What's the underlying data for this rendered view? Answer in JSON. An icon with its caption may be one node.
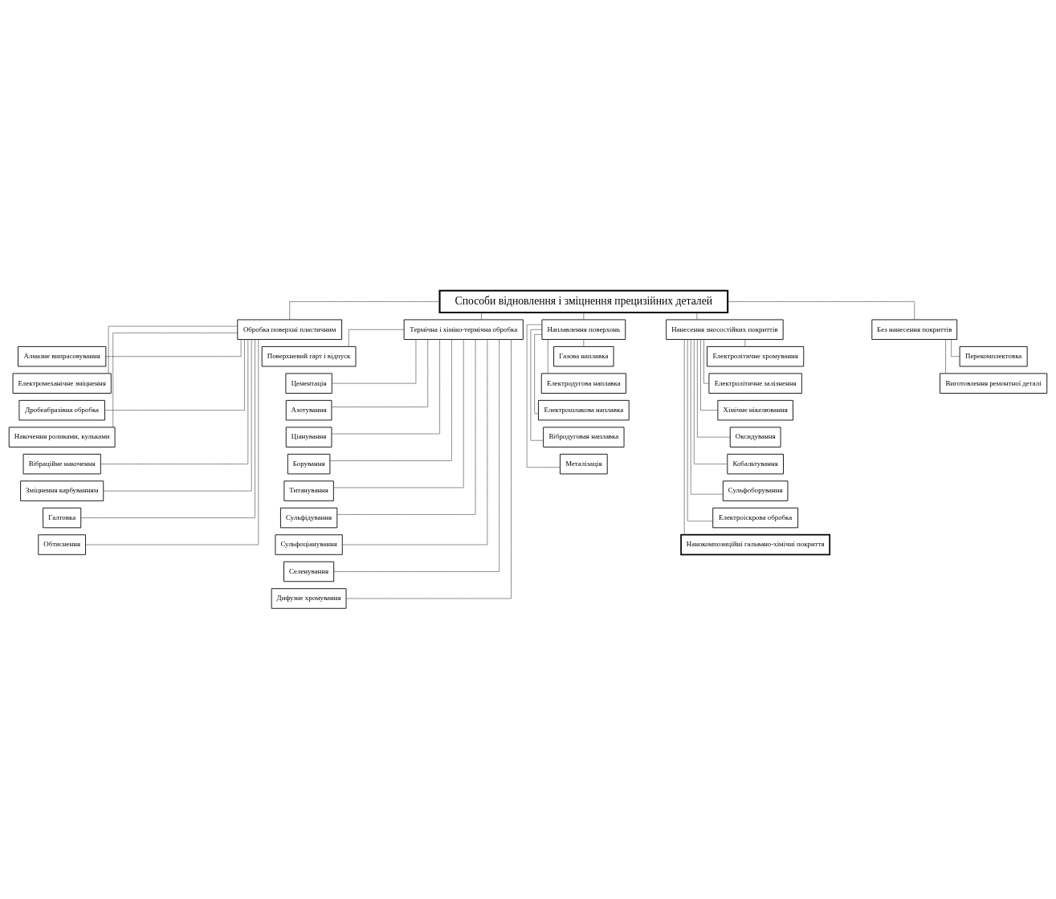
{
  "diagram": {
    "nodes": [
      {
        "text": [
          "Способи відновлення і зміцнення прецизійних деталей"
        ]
      },
      {
        "text": [
          "Обробка поверхні пластичним"
        ]
      },
      {
        "text": [
          "Термічна і хіміко-термічна обробка"
        ]
      },
      {
        "text": [
          "Наплавлення поверхонь"
        ]
      },
      {
        "text": [
          "Нанесення зносостійких покриттів"
        ]
      },
      {
        "text": [
          "Без нанесення покриттів"
        ]
      },
      {
        "text": [
          "Алмазне випрасовування"
        ]
      },
      {
        "text": [
          "Електромеханічне зміцнення"
        ]
      },
      {
        "text": [
          "Дробеабразівна обробка"
        ]
      },
      {
        "text": [
          "Накочення роликами, кульками"
        ]
      },
      {
        "text": [
          "Вібраційне накочення"
        ]
      },
      {
        "text": [
          "Зміцнення карбуванням"
        ]
      },
      {
        "text": [
          "Галтовка"
        ]
      },
      {
        "text": [
          "Обтиснення"
        ]
      },
      {
        "text": [
          "Поверхневий гарт і відпуск"
        ]
      },
      {
        "text": [
          "Цементація"
        ]
      },
      {
        "text": [
          "Азотування"
        ]
      },
      {
        "text": [
          "Ціанування"
        ]
      },
      {
        "text": [
          "Борування"
        ]
      },
      {
        "text": [
          "Титанування"
        ]
      },
      {
        "text": [
          "Сульфідування"
        ]
      },
      {
        "text": [
          "Сульфоціанування"
        ]
      },
      {
        "text": [
          "Селенування"
        ]
      },
      {
        "text": [
          "Дифузне хромування"
        ]
      },
      {
        "text": [
          "Газова наплавка"
        ]
      },
      {
        "text": [
          "Електродугова наплавка"
        ]
      },
      {
        "text": [
          "Електрошлакова наплавка"
        ]
      },
      {
        "text": [
          "Вібродуговая наплавка"
        ]
      },
      {
        "text": [
          "Металізація"
        ]
      },
      {
        "text": [
          "Електролітичне хромування"
        ]
      },
      {
        "text": [
          "Електролітичне залізнення"
        ]
      },
      {
        "text": [
          "Хімічне нікелювання"
        ]
      },
      {
        "text": [
          "Оксидування"
        ]
      },
      {
        "text": [
          "Кобальтування"
        ]
      },
      {
        "text": [
          "Сульфоборування"
        ]
      },
      {
        "text": [
          "Електроіскрова обробка"
        ]
      },
      {
        "text": [
          "Нанокомпозиційні гальвано-хімічні покриття"
        ]
      },
      {
        "text": [
          "Перекомплектовка"
        ]
      },
      {
        "text": [
          "Виготовлення ремонтної деталі"
        ]
      }
    ],
    "edges": [
      {
        "from": 0,
        "to": 1,
        "arrow": "none"
      },
      {
        "from": 0,
        "to": 2,
        "arrow": "none"
      },
      {
        "from": 0,
        "to": 3,
        "arrow": "none"
      },
      {
        "from": 0,
        "to": 4,
        "arrow": "none"
      },
      {
        "from": 0,
        "to": 5,
        "arrow": "none"
      },
      {
        "from": 1,
        "to": 6,
        "arrow": "none"
      },
      {
        "from": 1,
        "to": 7,
        "arrow": "none"
      },
      {
        "from": 1,
        "to": 8,
        "arrow": "none"
      },
      {
        "from": 1,
        "to": 9,
        "arrow": "none"
      },
      {
        "from": 1,
        "to": 10,
        "arrow": "none"
      },
      {
        "from": 1,
        "to": 11,
        "arrow": "none"
      },
      {
        "from": 1,
        "to": 12,
        "arrow": "none"
      },
      {
        "from": 1,
        "to": 13,
        "arrow": "none"
      },
      {
        "from": 2,
        "to": 14,
        "arrow": "none"
      },
      {
        "from": 2,
        "to": 15,
        "arrow": "none"
      },
      {
        "from": 2,
        "to": 16,
        "arrow": "none"
      },
      {
        "from": 2,
        "to": 17,
        "arrow": "none"
      },
      {
        "from": 2,
        "to": 18,
        "arrow": "none"
      },
      {
        "from": 2,
        "to": 19,
        "arrow": "none"
      },
      {
        "from": 2,
        "to": 20,
        "arrow": "none"
      },
      {
        "from": 2,
        "to": 21,
        "arrow": "none"
      },
      {
        "from": 2,
        "to": 22,
        "arrow": "none"
      },
      {
        "from": 2,
        "to": 23,
        "arrow": "none"
      },
      {
        "from": 3,
        "to": 24,
        "arrow": "none"
      },
      {
        "from": 3,
        "to": 25,
        "arrow": "none"
      },
      {
        "from": 3,
        "to": 26,
        "arrow": "none"
      },
      {
        "from": 3,
        "to": 27,
        "arrow": "none"
      },
      {
        "from": 3,
        "to": 28,
        "arrow": "none"
      },
      {
        "from": 4,
        "to": 29,
        "arrow": "none"
      },
      {
        "from": 4,
        "to": 30,
        "arrow": "none"
      },
      {
        "from": 4,
        "to": 31,
        "arrow": "none"
      },
      {
        "from": 4,
        "to": 32,
        "arrow": "none"
      },
      {
        "from": 4,
        "to": 33,
        "arrow": "none"
      },
      {
        "from": 4,
        "to": 34,
        "arrow": "none"
      },
      {
        "from": 4,
        "to": 35,
        "arrow": "none"
      },
      {
        "from": 4,
        "to": 36,
        "arrow": "none"
      },
      {
        "from": 5,
        "to": 37,
        "arrow": "none"
      },
      {
        "from": 5,
        "to": 38,
        "arrow": "none"
      }
    ]
  }
}
